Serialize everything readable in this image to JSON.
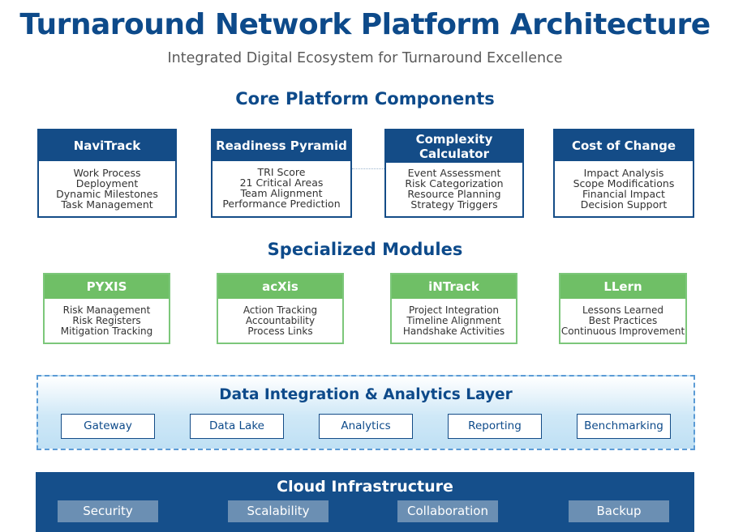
{
  "header": {
    "title": "Turnaround Network Platform Architecture",
    "subtitle": "Integrated Digital Ecosystem for Turnaround Excellence"
  },
  "core": {
    "title": "Core Platform Components",
    "cards": [
      {
        "title": "NaviTrack",
        "items": [
          "Work Process",
          "Deployment",
          "Dynamic Milestones",
          "Task Management"
        ]
      },
      {
        "title": "Readiness Pyramid",
        "items": [
          "TRI Score",
          "21 Critical Areas",
          "Team Alignment",
          "Performance Prediction"
        ]
      },
      {
        "title_lines": [
          "Complexity",
          "Calculator"
        ],
        "items": [
          "Event Assessment",
          "Risk Categorization",
          "Resource Planning",
          "Strategy Triggers"
        ]
      },
      {
        "title": "Cost of Change",
        "items": [
          "Impact Analysis",
          "Scope Modifications",
          "Financial Impact",
          "Decision Support"
        ]
      }
    ]
  },
  "modules": {
    "title": "Specialized Modules",
    "cards": [
      {
        "title": "PYXIS",
        "items": [
          "Risk Management",
          "Risk Registers",
          "Mitigation Tracking"
        ]
      },
      {
        "title": "acXis",
        "items": [
          "Action Tracking",
          "Accountability",
          "Process Links"
        ]
      },
      {
        "title": "iNTrack",
        "items": [
          "Project Integration",
          "Timeline Alignment",
          "Handshake Activities"
        ]
      },
      {
        "title": "LLern",
        "items": [
          "Lessons Learned",
          "Best Practices",
          "Continuous Improvement"
        ]
      }
    ]
  },
  "data_layer": {
    "title": "Data Integration & Analytics Layer",
    "items": [
      "Gateway",
      "Data Lake",
      "Analytics",
      "Reporting",
      "Benchmarking"
    ]
  },
  "cloud": {
    "title": "Cloud Infrastructure",
    "items": [
      "Security",
      "Scalability",
      "Collaboration",
      "Backup"
    ]
  },
  "colors": {
    "primary_blue": "#144c87",
    "title_blue": "#0d4a8a",
    "module_green": "#6fbf66",
    "module_border_green": "#7cc77a",
    "data_layer_border": "#5b9bd5",
    "cloud_pill": "#6b8fb3"
  }
}
